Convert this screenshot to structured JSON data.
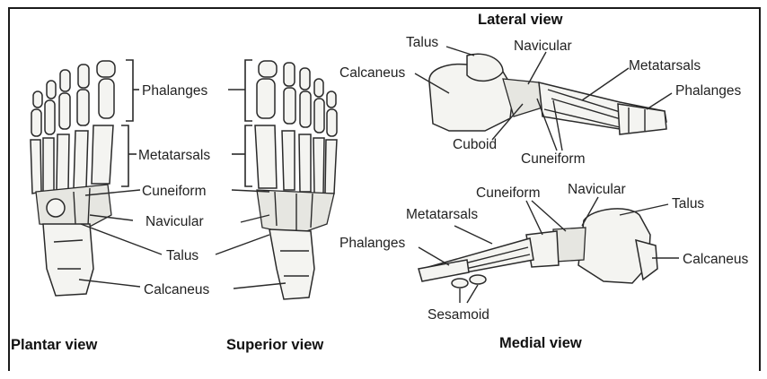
{
  "views": {
    "plantar": "Plantar view",
    "superior": "Superior view",
    "lateral": "Lateral view",
    "medial": "Medial view"
  },
  "plantar_labels": {
    "phalanges": "Phalanges",
    "metatarsals": "Metatarsals",
    "cuneiform": "Cuneiform",
    "navicular": "Navicular",
    "talus": "Talus",
    "calcaneus": "Calcaneus"
  },
  "lateral_labels": {
    "talus": "Talus",
    "navicular": "Navicular",
    "calcaneus": "Calcaneus",
    "metatarsals": "Metatarsals",
    "phalanges": "Phalanges",
    "cuboid": "Cuboid",
    "cuneiform": "Cuneiform"
  },
  "medial_labels": {
    "cuneiform": "Cuneiform",
    "navicular": "Navicular",
    "talus": "Talus",
    "metatarsals": "Metatarsals",
    "phalanges": "Phalanges",
    "calcaneus": "Calcaneus",
    "sesamoid": "Sesamoid"
  }
}
